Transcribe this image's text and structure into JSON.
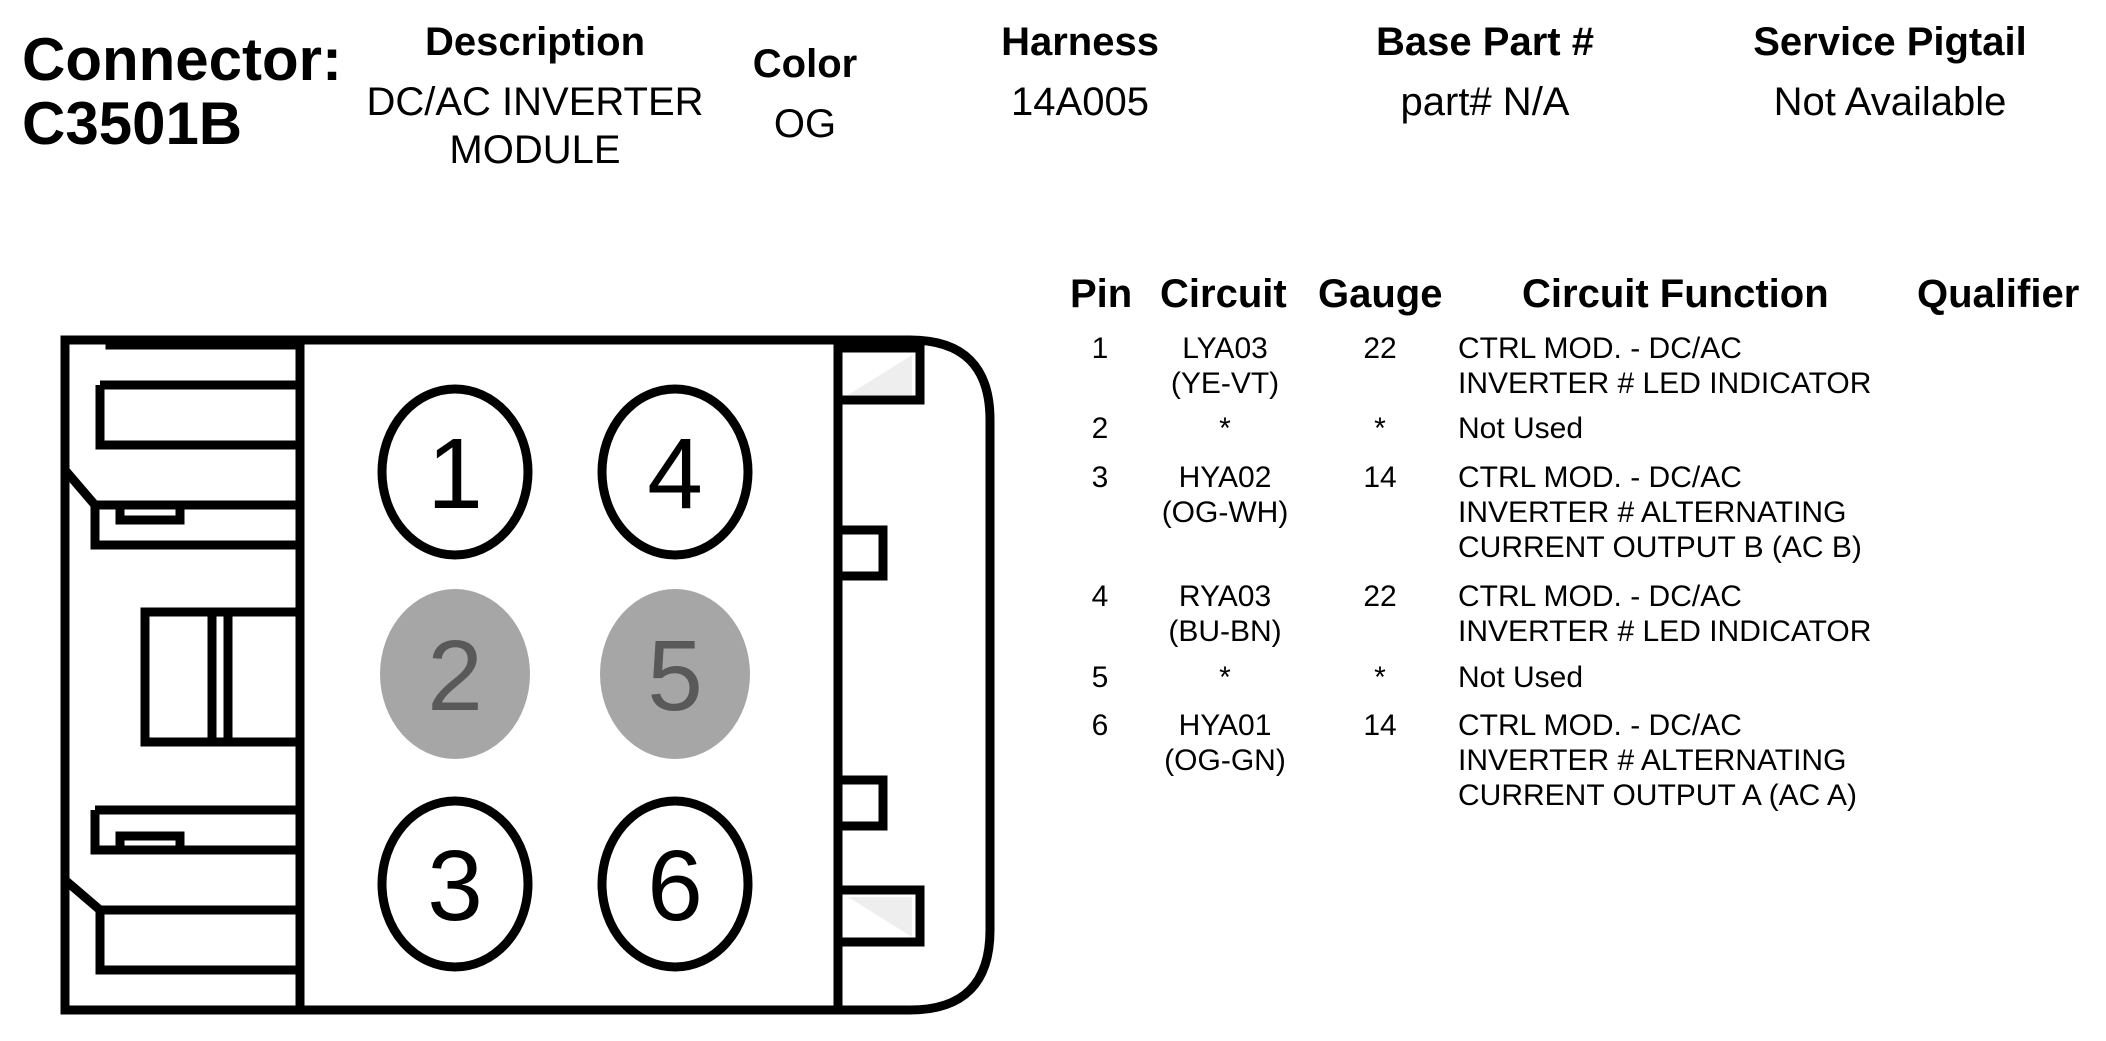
{
  "connector": {
    "label": "Connector:",
    "id": "C3501B"
  },
  "header": {
    "description": {
      "heading": "Description",
      "lines": [
        "DC/AC INVERTER",
        "MODULE"
      ]
    },
    "color": {
      "heading": "Color",
      "value": "OG"
    },
    "harness": {
      "heading": "Harness",
      "value": "14A005"
    },
    "base_part": {
      "heading": "Base Part #",
      "value": "part# N/A"
    },
    "service_pigtail": {
      "heading": "Service Pigtail",
      "value": "Not Available"
    }
  },
  "table": {
    "columns": [
      "Pin",
      "Circuit",
      "Gauge",
      "Circuit Function",
      "Qualifier"
    ],
    "rows": [
      {
        "pin": "1",
        "circuit": [
          "LYA03",
          "(YE-VT)"
        ],
        "gauge": "22",
        "function": [
          "CTRL MOD. - DC/AC",
          "INVERTER # LED INDICATOR"
        ],
        "qualifier": ""
      },
      {
        "pin": "2",
        "circuit": [
          "*"
        ],
        "gauge": "*",
        "function": [
          "Not Used"
        ],
        "qualifier": ""
      },
      {
        "pin": "3",
        "circuit": [
          "HYA02",
          "(OG-WH)"
        ],
        "gauge": "14",
        "function": [
          "CTRL MOD. - DC/AC",
          "INVERTER # ALTERNATING",
          "CURRENT OUTPUT B (AC B)"
        ],
        "qualifier": ""
      },
      {
        "pin": "4",
        "circuit": [
          "RYA03",
          "(BU-BN)"
        ],
        "gauge": "22",
        "function": [
          "CTRL MOD. - DC/AC",
          "INVERTER # LED INDICATOR"
        ],
        "qualifier": ""
      },
      {
        "pin": "5",
        "circuit": [
          "*"
        ],
        "gauge": "*",
        "function": [
          "Not Used"
        ],
        "qualifier": ""
      },
      {
        "pin": "6",
        "circuit": [
          "HYA01",
          "(OG-GN)"
        ],
        "gauge": "14",
        "function": [
          "CTRL MOD. - DC/AC",
          "INVERTER # ALTERNATING",
          "CURRENT OUTPUT A (AC A)"
        ],
        "qualifier": ""
      }
    ]
  },
  "diagram": {
    "pins": [
      {
        "label": "1",
        "used": true
      },
      {
        "label": "2",
        "used": false
      },
      {
        "label": "3",
        "used": true
      },
      {
        "label": "4",
        "used": true
      },
      {
        "label": "5",
        "used": false
      },
      {
        "label": "6",
        "used": true
      }
    ],
    "colors": {
      "stroke": "#000000",
      "unused_fill": "#a6a6a6",
      "unused_text": "#595959",
      "body_fill": "#ffffff"
    }
  }
}
